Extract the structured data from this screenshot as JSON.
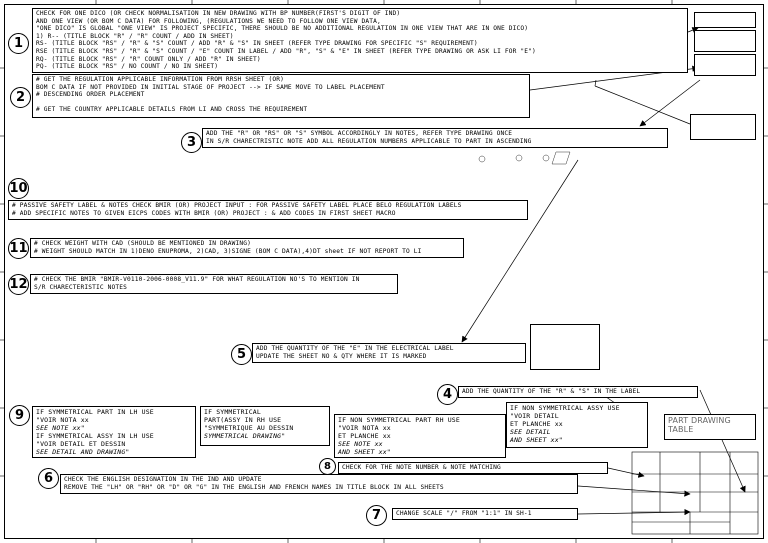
{
  "b1": {
    "num": "1",
    "lines": [
      "CHECK FOR ONE DICO (OR CHECK NORMALISATION IN NEW DRAWING WITH BP NUMBER(FIRST'S DIGIT OF IND)",
      "AND ONE VIEW (OR BOM C DATA) FOR FOLLOWING, (REGULATIONS WE NEED TO FOLLOW ONE VIEW DATA,",
      "\"ONE DICO\" IS GLOBAL \"ONE VIEW\" IS PROJECT SPECIFIC, THERE SHOULD BE NO ADDITIONAL REGULATION IN ONE VIEW THAT ARE IN ONE DICO)",
      "1) R--  (TITLE BLOCK \"R\" / \"R\" COUNT / ADD IN SHEET)",
      "   RS- (TITLE BLOCK \"RS\" / \"R\" & \"S\" COUNT / ADD \"R\" & \"S\" IN SHEET (REFER TYPE DRAWING FOR SPECIFIC \"S\" REQUIREMENT)",
      "   RSE (TITLE BLOCK \"RS\" / \"R\" & \"S\" COUNT / \"E\" COUNT IN LABEL / ADD \"R\", \"S\" & \"E\" IN SHEET (REFER TYPE DRAWING OR ASK LI FOR \"E\")",
      "   RQ- (TITLE BLOCK \"RS\" / \"R\" COUNT ONLY / ADD \"R\" IN SHEET)",
      "   PQ- (TITLE BLOCK \"RS\" / NO COUNT / NO IN SHEET)"
    ]
  },
  "b2": {
    "num": "2",
    "lines": [
      "# GET THE REGULATION APPLICABLE INFORMATION FROM RRSH SHEET (OR)",
      "  BOM C DATA IF NOT PROVIDED IN INITIAL STAGE OF PROJECT  --> IF SAME MOVE TO LABEL PLACEMENT",
      "# DESCENDING ORDER PLACEMENT",
      "",
      "# GET THE COUNTRY APPLICABLE DETAILS FROM LI AND CROSS THE REQUIREMENT"
    ]
  },
  "b3": {
    "num": "3",
    "lines": [
      "ADD THE \"R\" OR \"RS\" OR \"S\" SYMBOL ACCORDINGLY IN NOTES, REFER TYPE DRAWING ONCE",
      "IN S/R CHARECTRISTIC NOTE ADD ALL REGULATION NUMBERS APPLICABLE TO PART IN ASCENDING"
    ]
  },
  "b10": {
    "num": "10",
    "lines": [
      "# PASSIVE SAFETY LABEL & NOTES CHECK BMIR (OR) PROJECT INPUT : FOR PASSIVE SAFETY LABEL PLACE BELO REGULATION LABELS",
      "# ADD SPECIFIC NOTES TO GIVEN EICPS CODES WITH BMIR (OR) PROJECT : & ADD CODES IN FIRST SHEET MACRO"
    ]
  },
  "b11": {
    "num": "11",
    "lines": [
      "# CHECK WEIGHT WITH CAD (SHOULD BE MENTIONED IN DRAWING)",
      "# WEIGHT SHOULD MATCH IN 1)DENO ENUPROMA, 2)CAD, 3)SIGNE (BOM C DATA),4)DT sheet IF NOT REPORT TO LI"
    ]
  },
  "b12": {
    "num": "12",
    "lines": [
      "# CHECK THE BMIR \"BMIR-V0110-2006-0008_V11.9\" FOR WHAT REGULATION NO'S TO MENTION IN",
      "S/R CHARECTERISTIC NOTES"
    ]
  },
  "b5": {
    "num": "5",
    "lines": [
      "ADD THE QUANTITY OF THE \"E\" IN THE ELECTRICAL LABEL",
      "UPDATE THE SHEET NO & QTY WHERE IT IS MARKED"
    ]
  },
  "b4": {
    "num": "4",
    "lines": [
      "ADD THE QUANTITY OF THE \"R\" & \"S\" IN THE LABEL"
    ]
  },
  "b9": {
    "num": "9",
    "lines": [
      "IF SYMMETRICAL PART IN LH USE",
      "\"VOIR NOTA xx",
      "SEE NOTE xx\"",
      "IF SYMMETRICAL ASSY IN LH USE",
      "\"VOIR DETAIL ET DESSIN",
      "SEE DETAIL AND DRAWING\""
    ]
  },
  "b9b": {
    "lines": [
      "IF SYMMETRICAL",
      "PART(ASSY IN RH USE",
      "\"SYMMETRIQUE AU DESSIN",
      "SYMMETRICAL DRAWING\""
    ]
  },
  "b9c": {
    "lines": [
      "IF NON SYMMETRICAL PART RH USE",
      "\"VOIR NOTA xx",
      "ET PLANCHE xx",
      "SEE NOTE xx",
      "AND SHEET xx\""
    ]
  },
  "b9d": {
    "lines": [
      "IF NON SYMMETRICAL ASSY USE",
      "\"VOIR DETAIL",
      "ET PLANCHE xx",
      "SEE DETAIL",
      "AND SHEET xx\""
    ]
  },
  "b8": {
    "num": "8",
    "lines": [
      "CHECK FOR THE NOTE NUMBER & NOTE MATCHING"
    ]
  },
  "b6": {
    "num": "6",
    "lines": [
      "CHECK THE ENGLISH DESIGNATION IN THE IND AND UPDATE",
      "REMOVE THE \"LH\" OR \"RH\" OR \"D\" OR \"G\" IN THE ENGLISH AND FRENCH NAMES IN TITLE BLOCK IN ALL SHEETS"
    ]
  },
  "b7": {
    "num": "7",
    "lines": [
      "CHANGE SCALE \"/\" FROM \"1:1\" IN SH-1"
    ]
  },
  "part_drawing": {
    "lines": [
      "PART DRAWING",
      "TABLE"
    ]
  }
}
